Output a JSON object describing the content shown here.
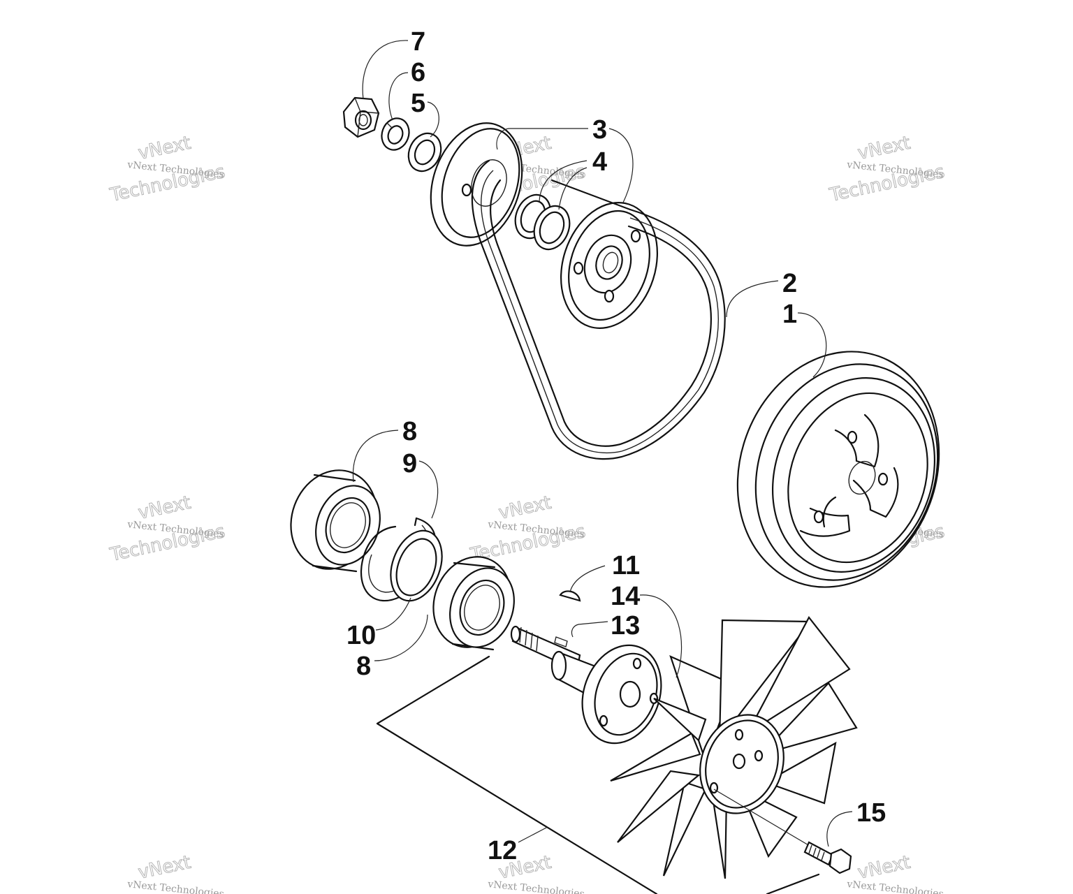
{
  "callouts": {
    "c1": "1",
    "c2": "2",
    "c3": "3",
    "c4": "4",
    "c5": "5",
    "c6": "6",
    "c7": "7",
    "c8a": "8",
    "c8b": "8",
    "c9": "9",
    "c10": "10",
    "c11": "11",
    "c12": "12",
    "c13": "13",
    "c14": "14",
    "c15": "15"
  },
  "watermark": {
    "line_a": "vNext",
    "line_b": "vNext Technologies",
    "line_c": "Technologies"
  }
}
